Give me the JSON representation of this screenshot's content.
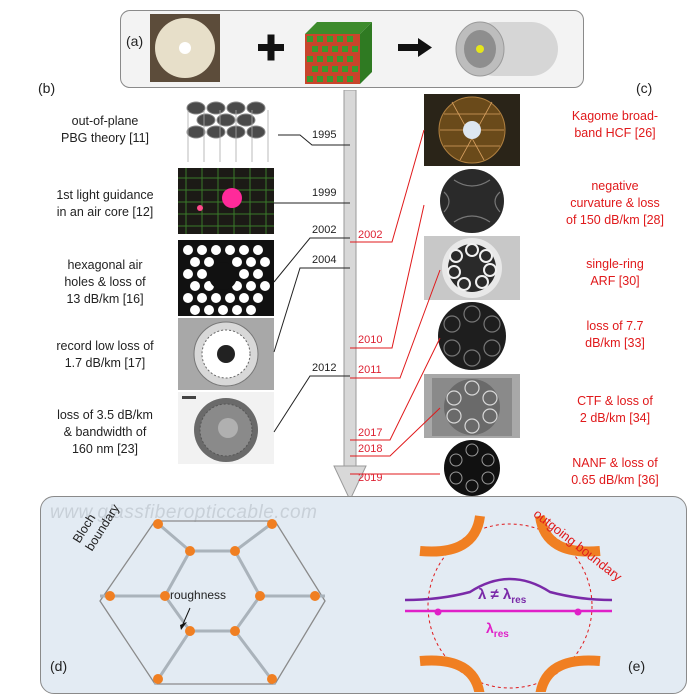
{
  "panel_labels": {
    "a": "(a)",
    "b": "(b)",
    "c": "(c)",
    "d": "(d)",
    "e": "(e)"
  },
  "left_items": [
    {
      "text_lines": [
        "out-of-plane",
        "PBG theory [11]"
      ],
      "year": "1995"
    },
    {
      "text_lines": [
        "1st light guidance",
        "in an air core [12]"
      ],
      "year": "1999"
    },
    {
      "text_lines": [
        "hexagonal air",
        "holes & loss of",
        "13 dB/km [16]"
      ],
      "year": "2002"
    },
    {
      "text_lines": [
        "record low loss of",
        "1.7 dB/km [17]"
      ],
      "year": "2004"
    },
    {
      "text_lines": [
        "loss of 3.5 dB/km",
        "& bandwidth of",
        "160 nm [23]"
      ],
      "year": "2012"
    }
  ],
  "right_items": [
    {
      "text_lines": [
        "Kagome broad-",
        "band HCF [26]"
      ],
      "year": "2002"
    },
    {
      "text_lines": [
        "negative",
        "curvature & loss",
        "of 150 dB/km [28]"
      ],
      "year": "2010"
    },
    {
      "text_lines": [
        "single-ring",
        "ARF [30]"
      ],
      "year": "2011"
    },
    {
      "text_lines": [
        "loss of 7.7",
        "dB/km [33]"
      ],
      "year": "2017"
    },
    {
      "text_lines": [
        "CTF & loss of",
        "2 dB/km [34]"
      ],
      "year": "2018"
    },
    {
      "text_lines": [
        "NANF & loss of",
        "0.65 dB/km [36]"
      ],
      "year": "2019"
    }
  ],
  "watermark": "www.glassfiberopticcable.com",
  "panel_d": {
    "bloch_line1": "Bloch",
    "bloch_line2": "boundary",
    "roughness": "roughness"
  },
  "panel_e": {
    "outgoing": "outgoing boundary",
    "lambda_neq": "λ ≠ λ",
    "lambda_res": "λ",
    "res_sub": "res"
  },
  "colors": {
    "accent_red": "#e0191b",
    "orange": "#f07f22",
    "purple": "#7a2aa8",
    "magenta": "#e020c8",
    "panel_bg": "#e3ebf3"
  }
}
